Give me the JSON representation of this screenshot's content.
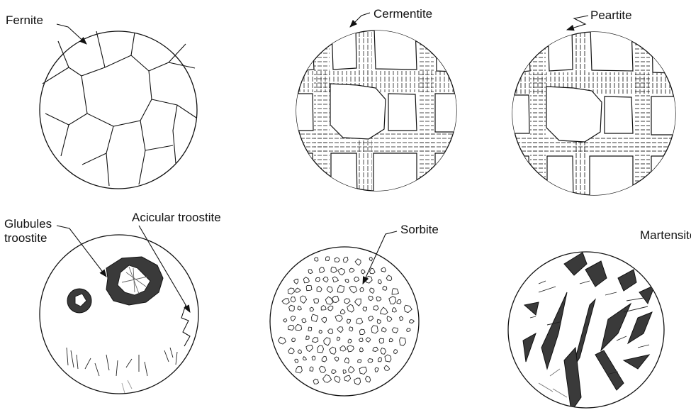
{
  "labels": {
    "fernite": "Fernite",
    "cementite": "Cermentite",
    "peartite": "Peartite",
    "glubules_line1": "Glubules",
    "glubules_line2": "troostite",
    "acicular": "Acicular troostite",
    "sorbite": "Sorbite",
    "martensite": "Martensite"
  }
}
